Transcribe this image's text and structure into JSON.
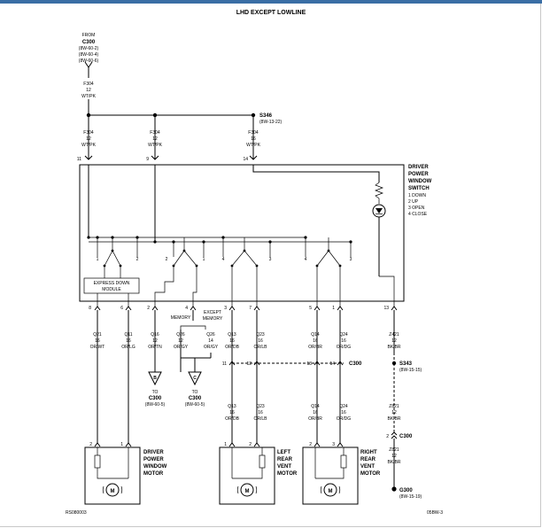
{
  "title": "LHD EXCEPT LOWLINE",
  "from_block": {
    "label": "FROM",
    "connector": "C300",
    "refs": [
      "(8W-60-2)",
      "(8W-60-4)",
      "(8W-60-6)"
    ]
  },
  "top_wire": {
    "circuit": "F304",
    "gauge": "12",
    "color": "WT/PK"
  },
  "splice_top": {
    "id": "S346",
    "ref": "(8W-13-22)"
  },
  "top_drops": [
    {
      "circuit": "F304",
      "gauge": "12",
      "color": "WT/PK",
      "pin": "11"
    },
    {
      "circuit": "F304",
      "gauge": "12",
      "color": "WT/PK",
      "pin": "9"
    },
    {
      "circuit": "F304",
      "gauge": "16",
      "color": "WT/PK",
      "pin": "14"
    }
  ],
  "switch_label": [
    "DRIVER",
    "POWER",
    "WINDOW",
    "SWITCH"
  ],
  "switch_legend": [
    "1 DOWN",
    "2 UP",
    "3 OPEN",
    "4 CLOSE"
  ],
  "contact_numbers": [
    "1",
    "2",
    "2",
    "1",
    "4",
    "3",
    "4",
    "3"
  ],
  "express_module": [
    "EXPRESS DOWN",
    "MODULE"
  ],
  "bottom_pins": [
    "8",
    "6",
    "2",
    "4",
    "3",
    "7",
    "5",
    "1",
    "13"
  ],
  "memory_labels": {
    "memory": "MEMORY",
    "except_memory": [
      "EXCEPT",
      "MEMORY"
    ]
  },
  "wires": [
    {
      "circuit": "Q21",
      "gauge": "16",
      "color": "OR/WT"
    },
    {
      "circuit": "Q11",
      "gauge": "16",
      "color": "OR/LG"
    },
    {
      "circuit": "Q16",
      "gauge": "12",
      "color": "OR/TN"
    },
    {
      "circuit": "Q26",
      "gauge": "12",
      "color": "OR/GY"
    },
    {
      "circuit": "Q26",
      "gauge": "14",
      "color": "OR/GY"
    },
    {
      "circuit": "Q13",
      "gauge": "16",
      "color": "OR/DB"
    },
    {
      "circuit": "Q23",
      "gauge": "16",
      "color": "OR/LB"
    },
    {
      "circuit": "Q14",
      "gauge": "16",
      "color": "OR/BR"
    },
    {
      "circuit": "Q24",
      "gauge": "16",
      "color": "OR/DG"
    },
    {
      "circuit": "Z421",
      "gauge": "12",
      "color": "BK/BR"
    }
  ],
  "offpage": [
    {
      "letter": "B",
      "to": "TO",
      "connector": "C300",
      "ref": "(8W-60-5)"
    },
    {
      "letter": "C",
      "to": "TO",
      "connector": "C300",
      "ref": "(8W-60-5)"
    }
  ],
  "c300_row": {
    "pins": [
      "11",
      "12",
      "13",
      "14"
    ],
    "label": "C300"
  },
  "splice_bottom": {
    "id": "S343",
    "ref": "(8W-15-15)"
  },
  "lower_wires": [
    {
      "circuit": "Q13",
      "gauge": "16",
      "color": "OR/DB"
    },
    {
      "circuit": "Q23",
      "gauge": "16",
      "color": "OR/LB"
    },
    {
      "circuit": "Q14",
      "gauge": "16",
      "color": "OR/BR"
    },
    {
      "circuit": "Q24",
      "gauge": "16",
      "color": "OR/DG"
    },
    {
      "circuit": "Z821",
      "gauge": "12",
      "color": "BK/BR"
    }
  ],
  "ground_connector": {
    "pin": "2",
    "label": "C300"
  },
  "ground_wire2": {
    "circuit": "Z821",
    "gauge": "12",
    "color": "BK/BR"
  },
  "ground": {
    "id": "G300",
    "ref": "(8W-15-19)"
  },
  "motor_pins": [
    "2",
    "1",
    "1",
    "2",
    "2",
    "3"
  ],
  "motors": [
    [
      "DRIVER",
      "POWER",
      "WINDOW",
      "MOTOR"
    ],
    [
      "LEFT",
      "REAR",
      "VENT",
      "MOTOR"
    ],
    [
      "RIGHT",
      "REAR",
      "VENT",
      "MOTOR"
    ]
  ],
  "footer_left": "RS080003",
  "footer_right": "05BW-3"
}
